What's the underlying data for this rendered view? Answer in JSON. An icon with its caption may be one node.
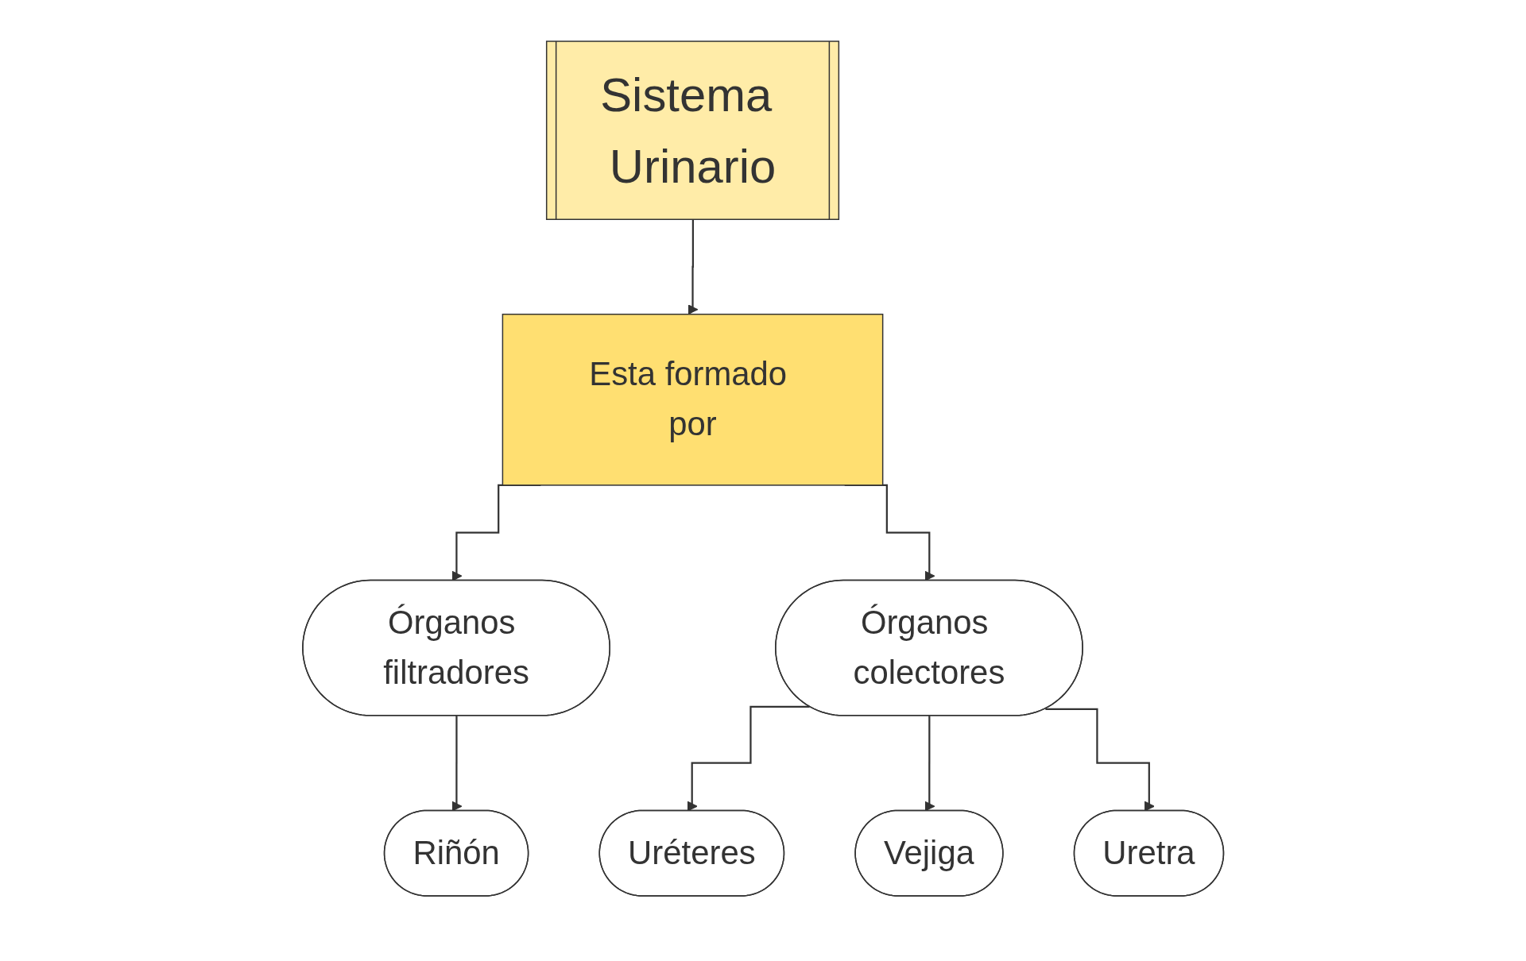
{
  "diagram": {
    "nodes": [
      {
        "text": [
          "Sistema Urinario"
        ]
      },
      {
        "text": [
          "Esta formado por"
        ]
      },
      {
        "text": [
          "Órganos filtradores"
        ]
      },
      {
        "text": [
          "Órganos colectores"
        ]
      },
      {
        "text": [
          "Riñón"
        ]
      },
      {
        "text": [
          "Uréteres"
        ]
      },
      {
        "text": [
          "Vejiga"
        ]
      },
      {
        "text": [
          "Uretra"
        ]
      }
    ],
    "edges": [
      {
        "from": 0,
        "to": 1,
        "arrow": "to"
      },
      {
        "from": 1,
        "to": 2,
        "arrow": "to"
      },
      {
        "from": 1,
        "to": 3,
        "arrow": "to"
      },
      {
        "from": 2,
        "to": 4,
        "arrow": "to"
      },
      {
        "from": 3,
        "to": 5,
        "arrow": "to"
      },
      {
        "from": 3,
        "to": 6,
        "arrow": "to"
      },
      {
        "from": 3,
        "to": 7,
        "arrow": "to"
      }
    ]
  }
}
